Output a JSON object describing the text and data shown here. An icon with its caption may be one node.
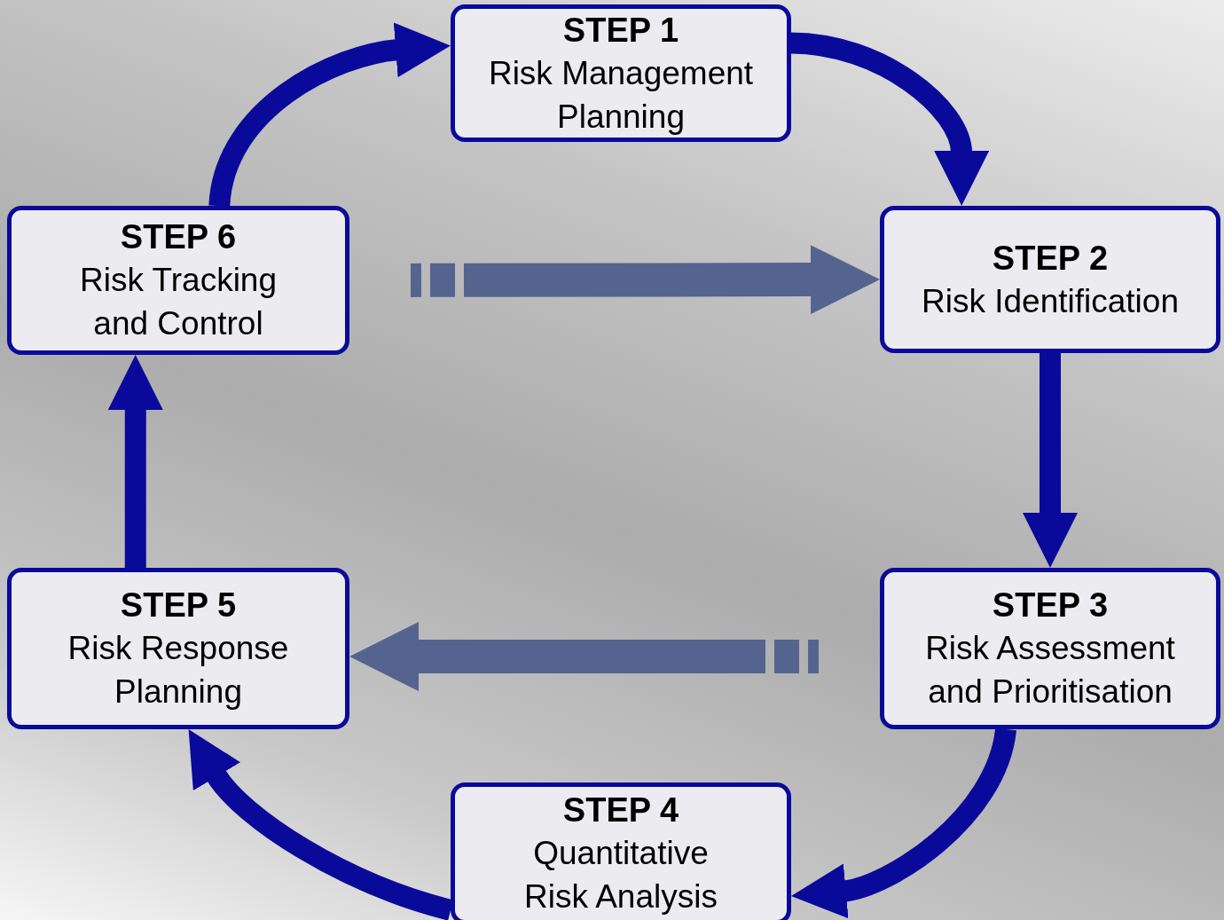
{
  "diagram": {
    "nodes": [
      {
        "text": [
          "STEP 1",
          "Risk Management Planning"
        ]
      },
      {
        "text": [
          "STEP 2",
          "Risk Identification"
        ]
      },
      {
        "text": [
          "STEP 3",
          "Risk Assessment and Prioritisation"
        ]
      },
      {
        "text": [
          "STEP 4",
          "Quantitative Risk Analysis"
        ]
      },
      {
        "text": [
          "STEP 5",
          "Risk Response Planning"
        ]
      },
      {
        "text": [
          "STEP 6",
          "Risk Tracking and Control"
        ]
      }
    ],
    "edges": [
      {
        "from": 0,
        "to": 1,
        "arrow": "to"
      },
      {
        "from": 1,
        "to": 2,
        "arrow": "to"
      },
      {
        "from": 2,
        "to": 3,
        "arrow": "to"
      },
      {
        "from": 3,
        "to": 4,
        "arrow": "to"
      },
      {
        "from": 4,
        "to": 5,
        "arrow": "to"
      },
      {
        "from": 5,
        "to": 0,
        "arrow": "to"
      },
      {
        "from": 5,
        "to": 1,
        "arrow": "to",
        "style": "dashed",
        "color": "#55648f"
      },
      {
        "from": 2,
        "to": 4,
        "arrow": "to",
        "style": "dashed",
        "color": "#55648f"
      }
    ]
  }
}
